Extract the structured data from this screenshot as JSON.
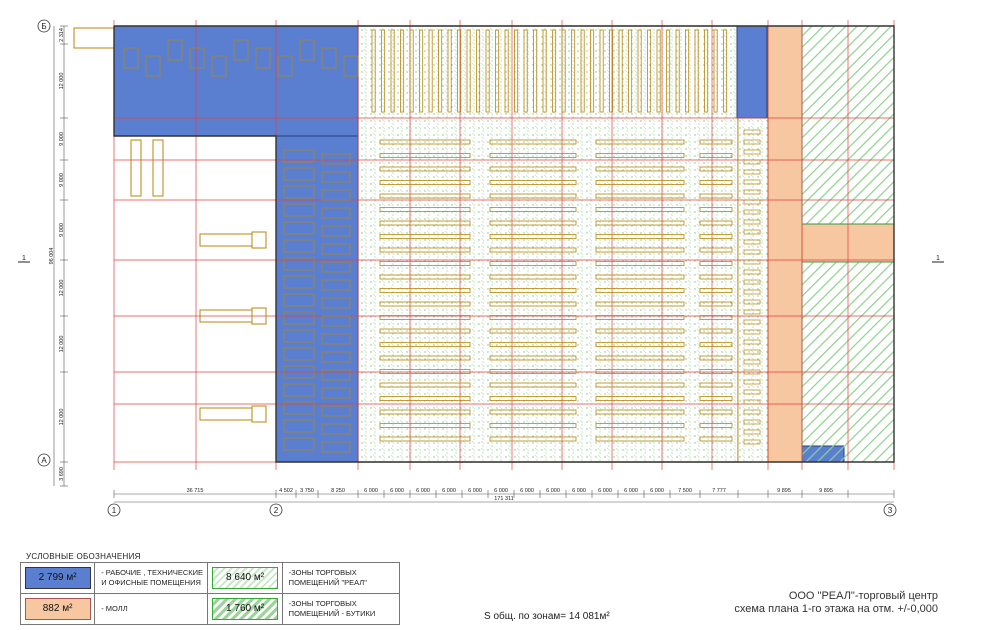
{
  "axes": {
    "row_top": "Б",
    "row_bottom": "А",
    "col_1": "1",
    "col_2": "2",
    "col_3": "3",
    "section_left": "1",
    "section_right": "1"
  },
  "dimensions": {
    "vertical": [
      "2 314",
      "12 000",
      "9 000",
      "9 000",
      "9 000",
      "12 000",
      "12 000",
      "12 000",
      "3 690"
    ],
    "vertical_total": "96 004",
    "bottom": [
      "36 715",
      "4 502",
      "3 750",
      "8 250",
      "6 000",
      "6 000",
      "6 000",
      "6 000",
      "6 000",
      "6 000",
      "6 000",
      "6 000",
      "6 000",
      "6 000",
      "6 000",
      "6 000",
      "7 500",
      "7 777",
      "9 895",
      "9 895"
    ],
    "bottom_total": "171 311"
  },
  "legend": {
    "title": "УСЛОВНЫЕ  ОБОЗНАЧЕНИЯ",
    "rows": [
      {
        "left_area": "2 799 м²",
        "left_desc": "- РАБОЧИЕ , ТЕХНИЧЕСКИЕ  И ОФИСНЫЕ ПОМЕЩЕНИЯ",
        "right_area": "8 640 м²",
        "right_desc": "-ЗОНЫ ТОРГОВЫХ ПОМЕЩЕНИЙ \"РЕАЛ\""
      },
      {
        "left_area": "882 м²",
        "left_desc": "- МОЛЛ",
        "right_area": "1 760 м²",
        "right_desc": "-ЗОНЫ ТОРГОВЫХ ПОМЕЩЕНИЙ - БУТИКИ"
      }
    ]
  },
  "total_area": "S общ. по зонам= 14 081м²",
  "title": {
    "line1": "ООО \"РЕАЛ\"-торговый центр",
    "line2": "схема плана 1-го этажа на отм. +/-0,000"
  },
  "colors": {
    "office": "#5a7fd1",
    "mall": "#f7c7a2",
    "real_zone": "#c8e8c8",
    "boutique": "#9ad49a",
    "walls": "#b8860b",
    "grid": "#e04040"
  }
}
